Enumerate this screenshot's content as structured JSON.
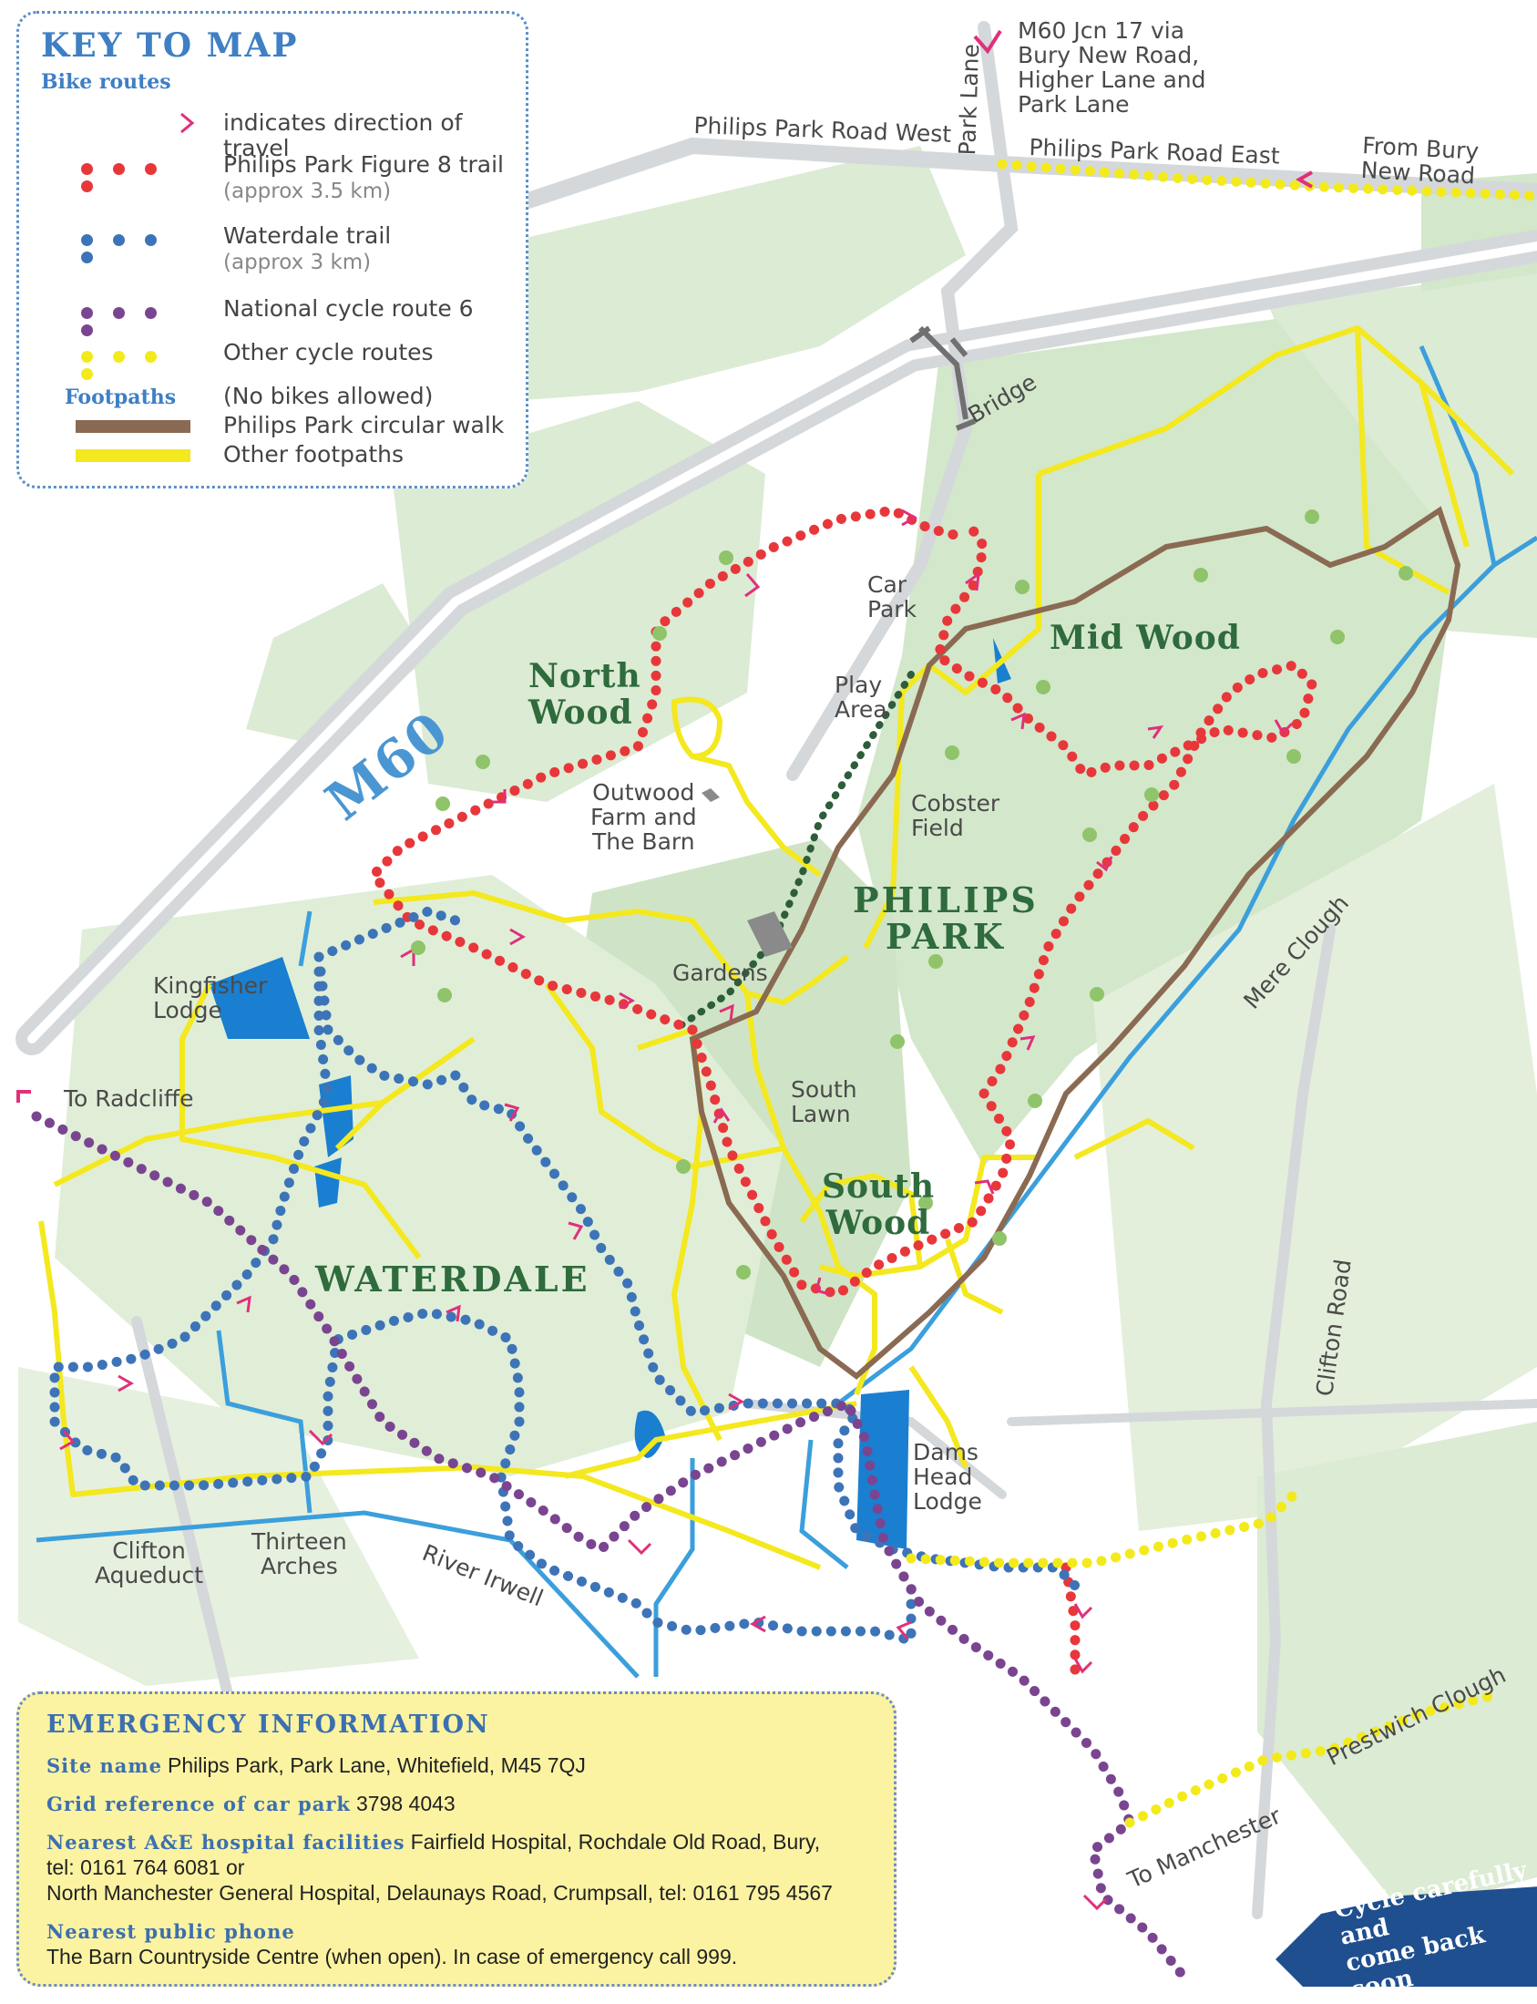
{
  "key": {
    "title": "KEY TO MAP",
    "bike_heading": "Bike routes",
    "direction": "indicates direction of travel",
    "fig8": "Philips Park Figure 8 trail",
    "fig8_len": "(approx 3.5 km)",
    "waterdale": "Waterdale trail",
    "waterdale_len": "(approx 3 km)",
    "ncr": "National cycle route 6",
    "other_cycle": "Other cycle routes",
    "footpaths_heading": "Footpaths",
    "no_bikes": "(No bikes allowed)",
    "circular": "Philips Park circular walk",
    "other_footpaths": "Other footpaths"
  },
  "colors": {
    "fig8": "#e8373a",
    "waterdale": "#3d74b8",
    "ncr": "#7a4590",
    "other_cycle": "#f3ea1c",
    "circular_walk": "#8a6a52",
    "footpath": "#f4e81e",
    "water": "#3b9fdc",
    "wood": "#d9ead0",
    "road": "#d5d8da",
    "arrow": "#e0307a",
    "dark_trail": "#2e5d3a"
  },
  "labels": {
    "m60_jcn": "M60 Jcn 17 via\nBury New Road,\nHigher Lane and\nPark Lane",
    "park_lane": "Park Lane",
    "ppr_west": "Philips Park Road West",
    "ppr_east": "Philips Park Road East",
    "from_bury": "From Bury\nNew Road",
    "bridge": "Bridge",
    "m60": "M60",
    "car_park": "Car\nPark",
    "play_area": "Play\nArea",
    "outwood": "Outwood\nFarm and\nThe Barn",
    "cobster": "Cobster\nField",
    "gardens": "Gardens",
    "south_lawn": "South\nLawn",
    "kingfisher": "Kingfisher\nLodge",
    "to_radcliffe": "To Radcliffe",
    "clifton_aqueduct": "Clifton\nAqueduct",
    "thirteen_arches": "Thirteen\nArches",
    "river_irwell": "River Irwell",
    "dams_head": "Dams\nHead\nLodge",
    "mere_clough": "Mere Clough",
    "clifton_road": "Clifton Road",
    "prestwich_clough": "Prestwich Clough",
    "to_manchester": "To Manchester"
  },
  "areas": {
    "north_wood": "North\nWood",
    "mid_wood": "Mid Wood",
    "philips_park": "PHILIPS\nPARK",
    "south_wood": "South\nWood",
    "waterdale": "WATERDALE"
  },
  "emergency": {
    "title": "EMERGENCY INFORMATION",
    "site_label": "Site name",
    "site_value": "Philips Park, Park Lane, Whitefield, M45 7QJ",
    "grid_label": "Grid reference of car park",
    "grid_value": "3798 4043",
    "ae_label": "Nearest A&E hospital facilities",
    "ae_value1": "Fairfield Hospital, Rochdale Old Road, Bury,",
    "ae_value2": "tel: 0161 764 6081 or",
    "ae_value3": "North Manchester General Hospital, Delaunays Road, Crumpsall, tel: 0161 795 4567",
    "phone_label": "Nearest public phone",
    "phone_value": "The Barn Countryside Centre (when open). In case of emergency call 999."
  },
  "banner": "Cycle carefully and\ncome back soon"
}
